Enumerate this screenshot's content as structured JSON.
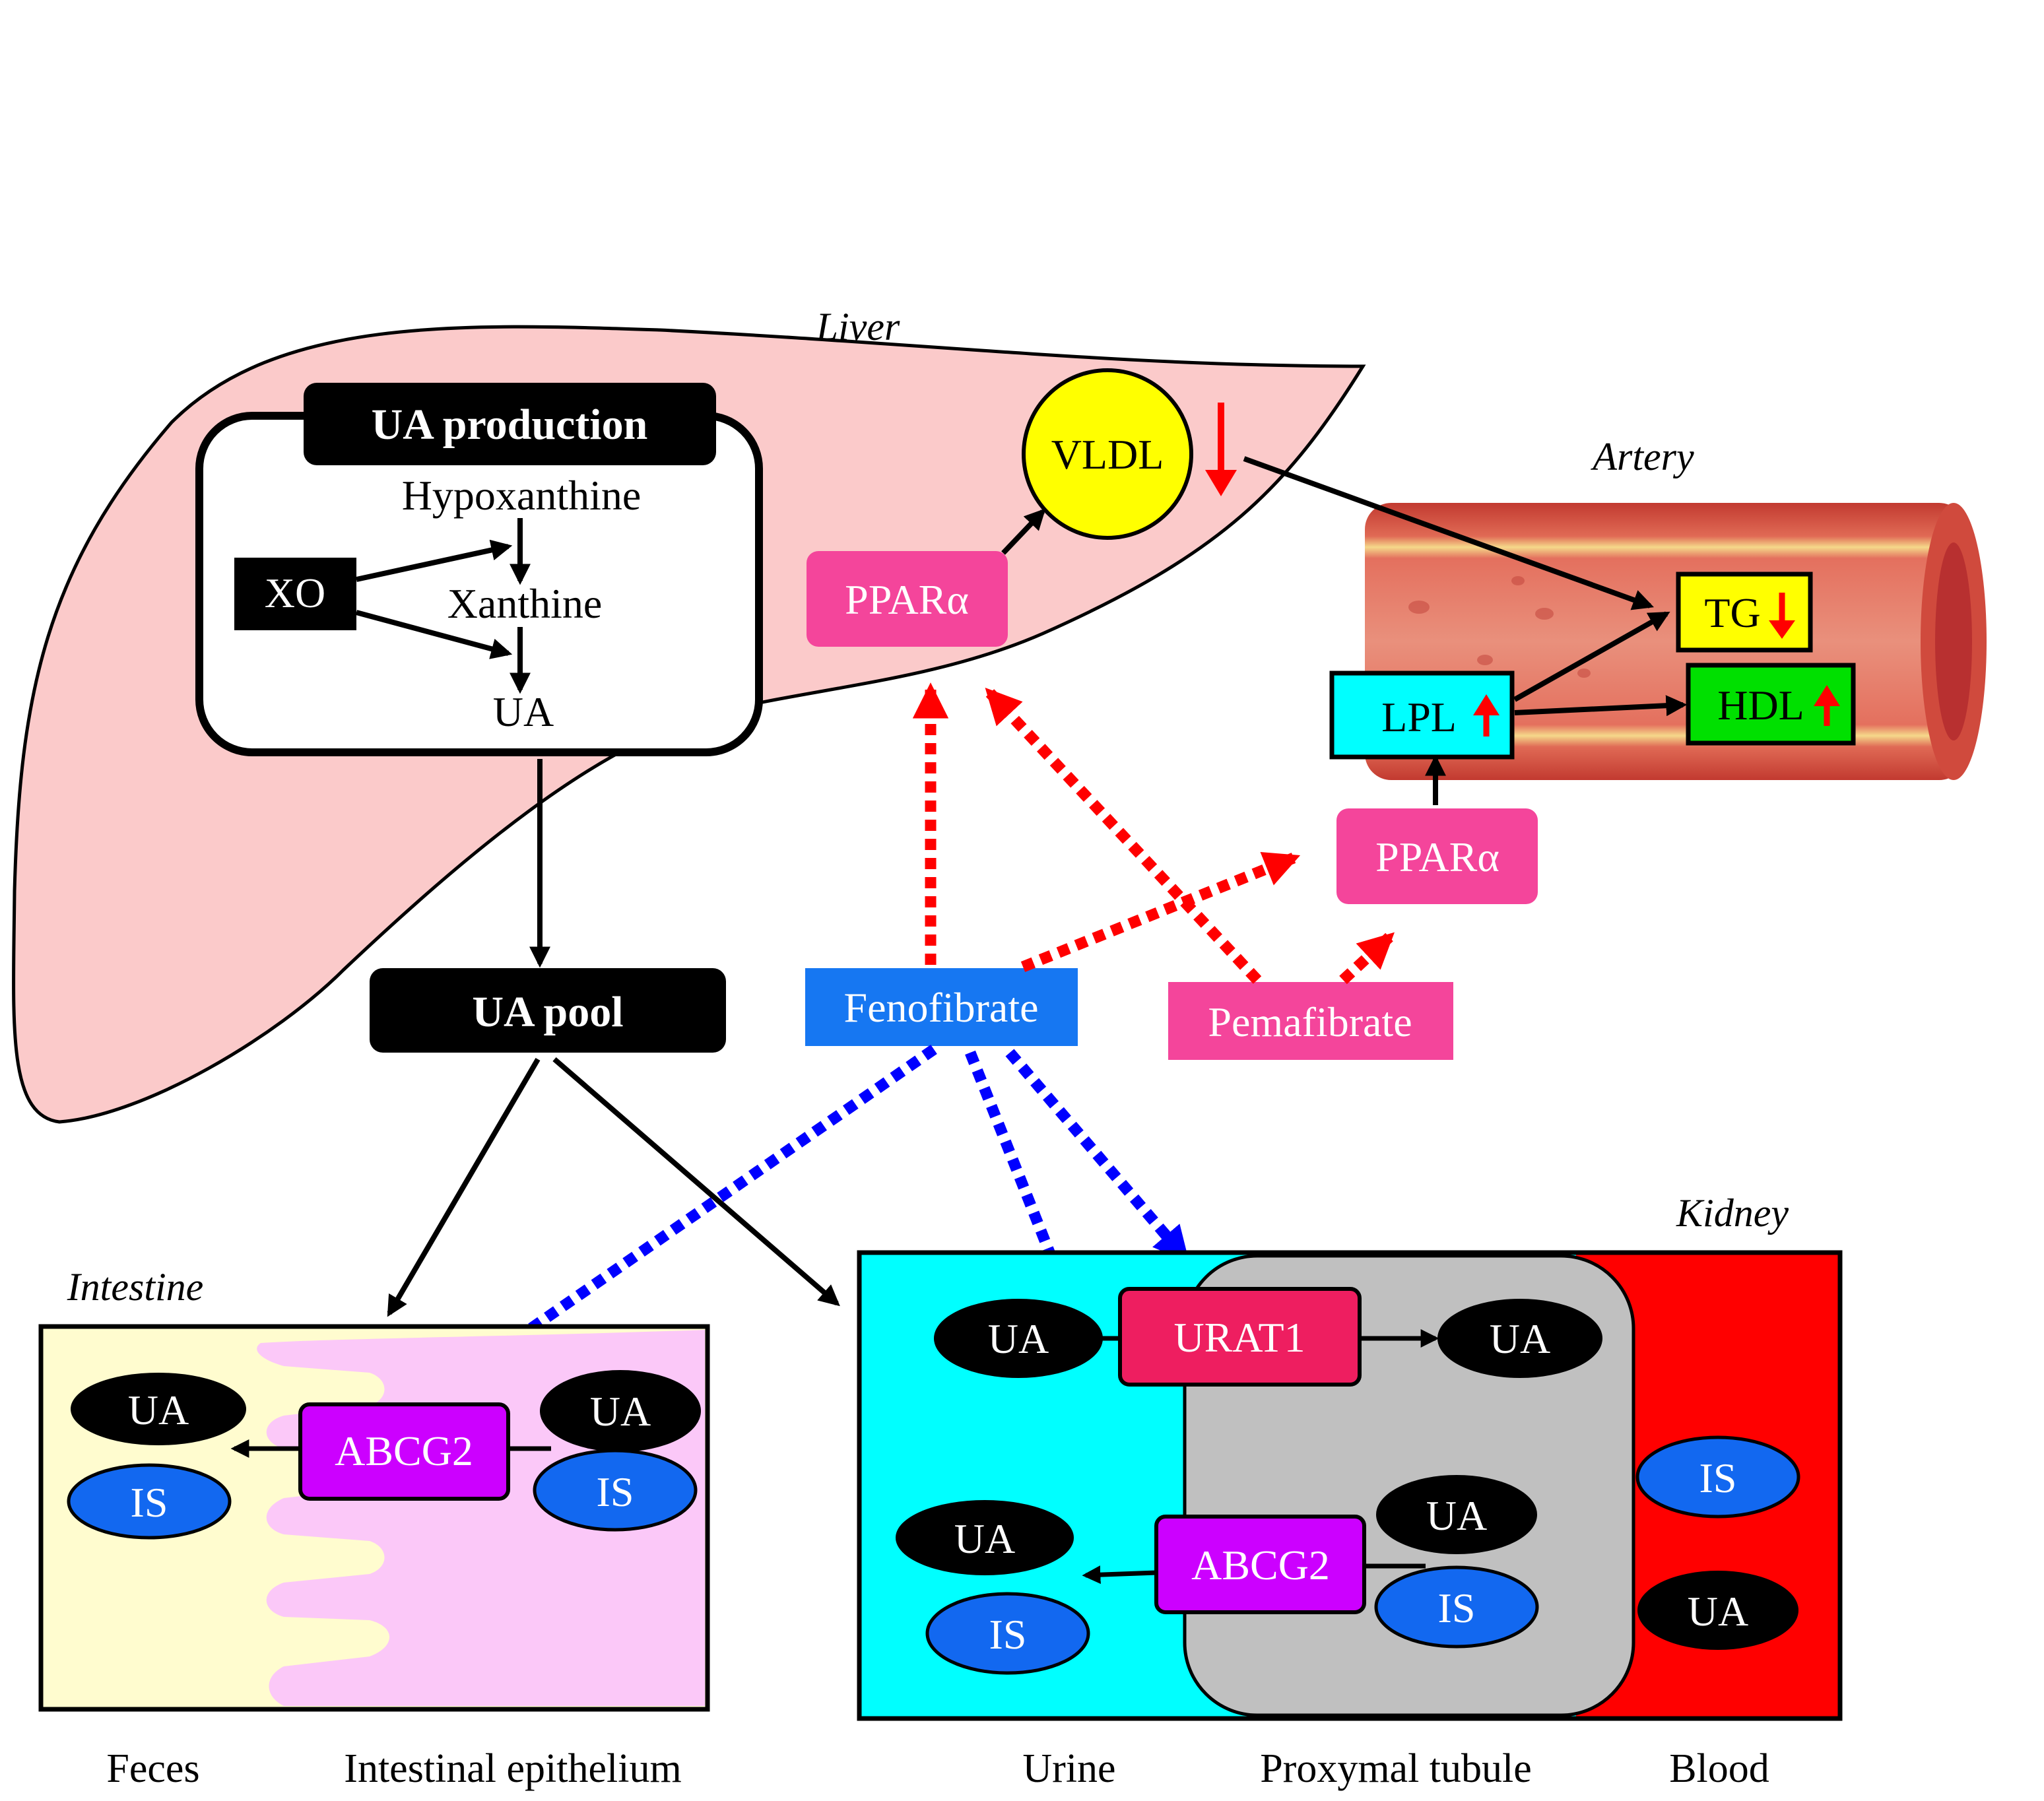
{
  "organs": {
    "liver": "Liver",
    "artery": "Artery",
    "intestine": "Intestine",
    "kidney": "Kidney"
  },
  "ua_production": {
    "title": "UA production",
    "hypoxanthine": "Hypoxanthine",
    "xanthine": "Xanthine",
    "ua": "UA",
    "xo": "XO"
  },
  "ua_pool": "UA pool",
  "vldl": "VLDL",
  "ppara_liver": "PPARα",
  "ppara_artery": "PPARα",
  "fenofibrate": "Fenofibrate",
  "pemafibrate": "Pemafibrate",
  "artery": {
    "lpl": "LPL",
    "tg": "TG",
    "hdl": "HDL"
  },
  "intestine": {
    "abcg2": "ABCG2",
    "ua_lumen": "UA",
    "is_lumen": "IS",
    "ua_cell": "UA",
    "is_cell": "IS"
  },
  "kidney": {
    "urat1": "URAT1",
    "abcg2": "ABCG2",
    "ua_urine_top": "UA",
    "ua_tubule_top": "UA",
    "ua_urine": "UA",
    "is_urine": "IS",
    "ua_tubule": "UA",
    "is_tubule": "IS",
    "is_blood": "IS",
    "ua_blood": "UA"
  },
  "bottom_labels": {
    "feces": "Feces",
    "intestinal_epithelium": "Intestinal epithelium",
    "urine": "Urine",
    "proximal_tubule": "Proxymal tubule",
    "blood": "Blood"
  },
  "colors": {
    "liver": "#fbcaca",
    "pink_box": "#f4459b",
    "fenofibrate": "#1677f2",
    "vldl": "#ffff00",
    "lpl": "#00ffff",
    "tg": "#ffff00",
    "hdl": "#00e000",
    "abcg2": "#cc00ff",
    "urat1": "#ee1e60",
    "is_ellipse": "#1268f0",
    "urine": "#00ffff",
    "tubule": "#c0c0c0",
    "blood": "#ff0000",
    "intestine_bg": "#fffccf",
    "epithelium": "#fbc8f8",
    "red_arrow": "#ff0000",
    "blue_arrow": "#0000ff"
  }
}
